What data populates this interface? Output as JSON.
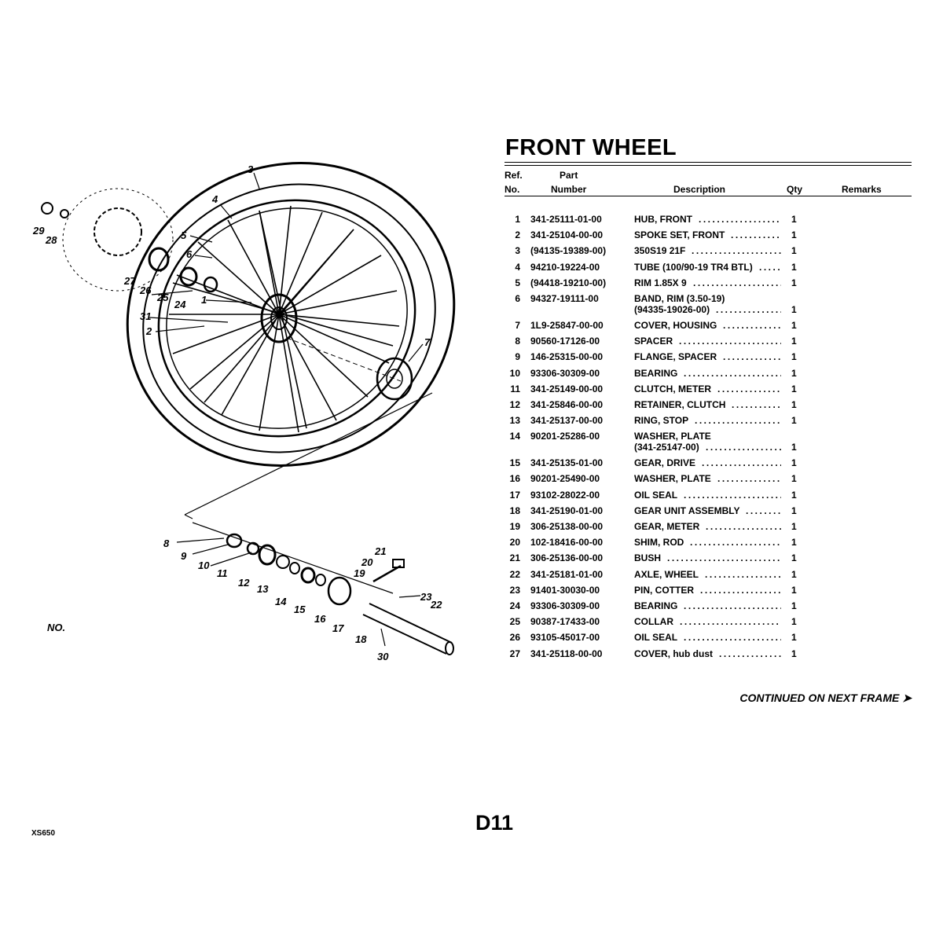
{
  "title": "FRONT WHEEL",
  "headers": {
    "ref_top": "Ref.",
    "ref_bottom": "No.",
    "part_top": "Part",
    "part_bottom": "Number",
    "description": "Description",
    "qty": "Qty",
    "remarks": "Remarks"
  },
  "parts": [
    {
      "ref": "1",
      "number": "341-25111-01-00",
      "desc": "HUB, FRONT",
      "qty": "1"
    },
    {
      "ref": "2",
      "number": "341-25104-00-00",
      "desc": "SPOKE SET, FRONT",
      "qty": "1"
    },
    {
      "ref": "3",
      "number": "(94135-19389-00)",
      "desc": "350S19 21F",
      "qty": "1"
    },
    {
      "ref": "4",
      "number": "94210-19224-00",
      "desc": "TUBE (100/90-19 TR4 BTL)",
      "qty": "1"
    },
    {
      "ref": "5",
      "number": "(94418-19210-00)",
      "desc": "RIM 1.85X 9",
      "qty": "1"
    },
    {
      "ref": "6",
      "number": "94327-19111-00",
      "desc": "BAND, RIM (3.50-19)",
      "desc2": "(94335-19026-00)",
      "qty": "1"
    },
    {
      "ref": "7",
      "number": "1L9-25847-00-00",
      "desc": "COVER, HOUSING",
      "qty": "1"
    },
    {
      "ref": "8",
      "number": "90560-17126-00",
      "desc": "SPACER",
      "qty": "1"
    },
    {
      "ref": "9",
      "number": "146-25315-00-00",
      "desc": "FLANGE, SPACER",
      "qty": "1"
    },
    {
      "ref": "10",
      "number": "93306-30309-00",
      "desc": "BEARING",
      "qty": "1"
    },
    {
      "ref": "11",
      "number": "341-25149-00-00",
      "desc": "CLUTCH, METER",
      "qty": "1"
    },
    {
      "ref": "12",
      "number": "341-25846-00-00",
      "desc": "RETAINER, CLUTCH",
      "qty": "1"
    },
    {
      "ref": "13",
      "number": "341-25137-00-00",
      "desc": "RING, STOP",
      "qty": "1"
    },
    {
      "ref": "14",
      "number": "90201-25286-00",
      "desc": "WASHER, PLATE",
      "desc2": "(341-25147-00)",
      "qty": "1"
    },
    {
      "ref": "15",
      "number": "341-25135-01-00",
      "desc": "GEAR, DRIVE",
      "qty": "1"
    },
    {
      "ref": "16",
      "number": "90201-25490-00",
      "desc": "WASHER, PLATE",
      "qty": "1"
    },
    {
      "ref": "17",
      "number": "93102-28022-00",
      "desc": "OIL SEAL",
      "qty": "1"
    },
    {
      "ref": "18",
      "number": "341-25190-01-00",
      "desc": "GEAR UNIT ASSEMBLY",
      "qty": "1"
    },
    {
      "ref": "19",
      "number": "306-25138-00-00",
      "desc": "GEAR, METER",
      "qty": "1"
    },
    {
      "ref": "20",
      "number": "102-18416-00-00",
      "desc": "SHIM, ROD",
      "qty": "1"
    },
    {
      "ref": "21",
      "number": "306-25136-00-00",
      "desc": "BUSH",
      "qty": "1"
    },
    {
      "ref": "22",
      "number": "341-25181-01-00",
      "desc": "AXLE, WHEEL",
      "qty": "1"
    },
    {
      "ref": "23",
      "number": "91401-30030-00",
      "desc": "PIN, COTTER",
      "qty": "1"
    },
    {
      "ref": "24",
      "number": "93306-30309-00",
      "desc": "BEARING",
      "qty": "1"
    },
    {
      "ref": "25",
      "number": "90387-17433-00",
      "desc": "COLLAR",
      "qty": "1"
    },
    {
      "ref": "26",
      "number": "93105-45017-00",
      "desc": "OIL SEAL",
      "qty": "1"
    },
    {
      "ref": "27",
      "number": "341-25118-00-00",
      "desc": "COVER, hub dust",
      "qty": "1"
    }
  ],
  "continued": "CONTINUED ON NEXT FRAME ➤",
  "page_id": "D11",
  "model": "XS650",
  "callouts": [
    "1",
    "2",
    "3",
    "4",
    "5",
    "6",
    "7",
    "8",
    "9",
    "10",
    "11",
    "12",
    "13",
    "14",
    "15",
    "16",
    "17",
    "18",
    "19",
    "20",
    "21",
    "22",
    "23",
    "24",
    "25",
    "26",
    "27",
    "28",
    "29",
    "30",
    "31"
  ],
  "diagram_tag": "NO."
}
